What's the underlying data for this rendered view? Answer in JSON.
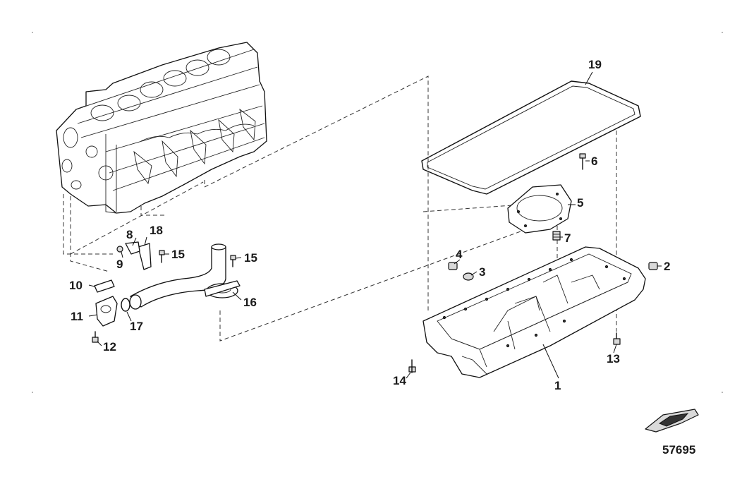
{
  "diagram": {
    "figure_number": "57695",
    "callouts": [
      {
        "id": "c1",
        "text": "1"
      },
      {
        "id": "c2",
        "text": "2"
      },
      {
        "id": "c3",
        "text": "3"
      },
      {
        "id": "c4",
        "text": "4"
      },
      {
        "id": "c5",
        "text": "5"
      },
      {
        "id": "c6",
        "text": "6"
      },
      {
        "id": "c7",
        "text": "7"
      },
      {
        "id": "c8",
        "text": "8"
      },
      {
        "id": "c9",
        "text": "9"
      },
      {
        "id": "c10",
        "text": "10"
      },
      {
        "id": "c11",
        "text": "11"
      },
      {
        "id": "c12",
        "text": "12"
      },
      {
        "id": "c13",
        "text": "13"
      },
      {
        "id": "c14",
        "text": "14"
      },
      {
        "id": "c15a",
        "text": "15"
      },
      {
        "id": "c15b",
        "text": "15"
      },
      {
        "id": "c16",
        "text": "16"
      },
      {
        "id": "c17",
        "text": "17"
      },
      {
        "id": "c18",
        "text": "18"
      },
      {
        "id": "c19",
        "text": "19"
      }
    ]
  }
}
